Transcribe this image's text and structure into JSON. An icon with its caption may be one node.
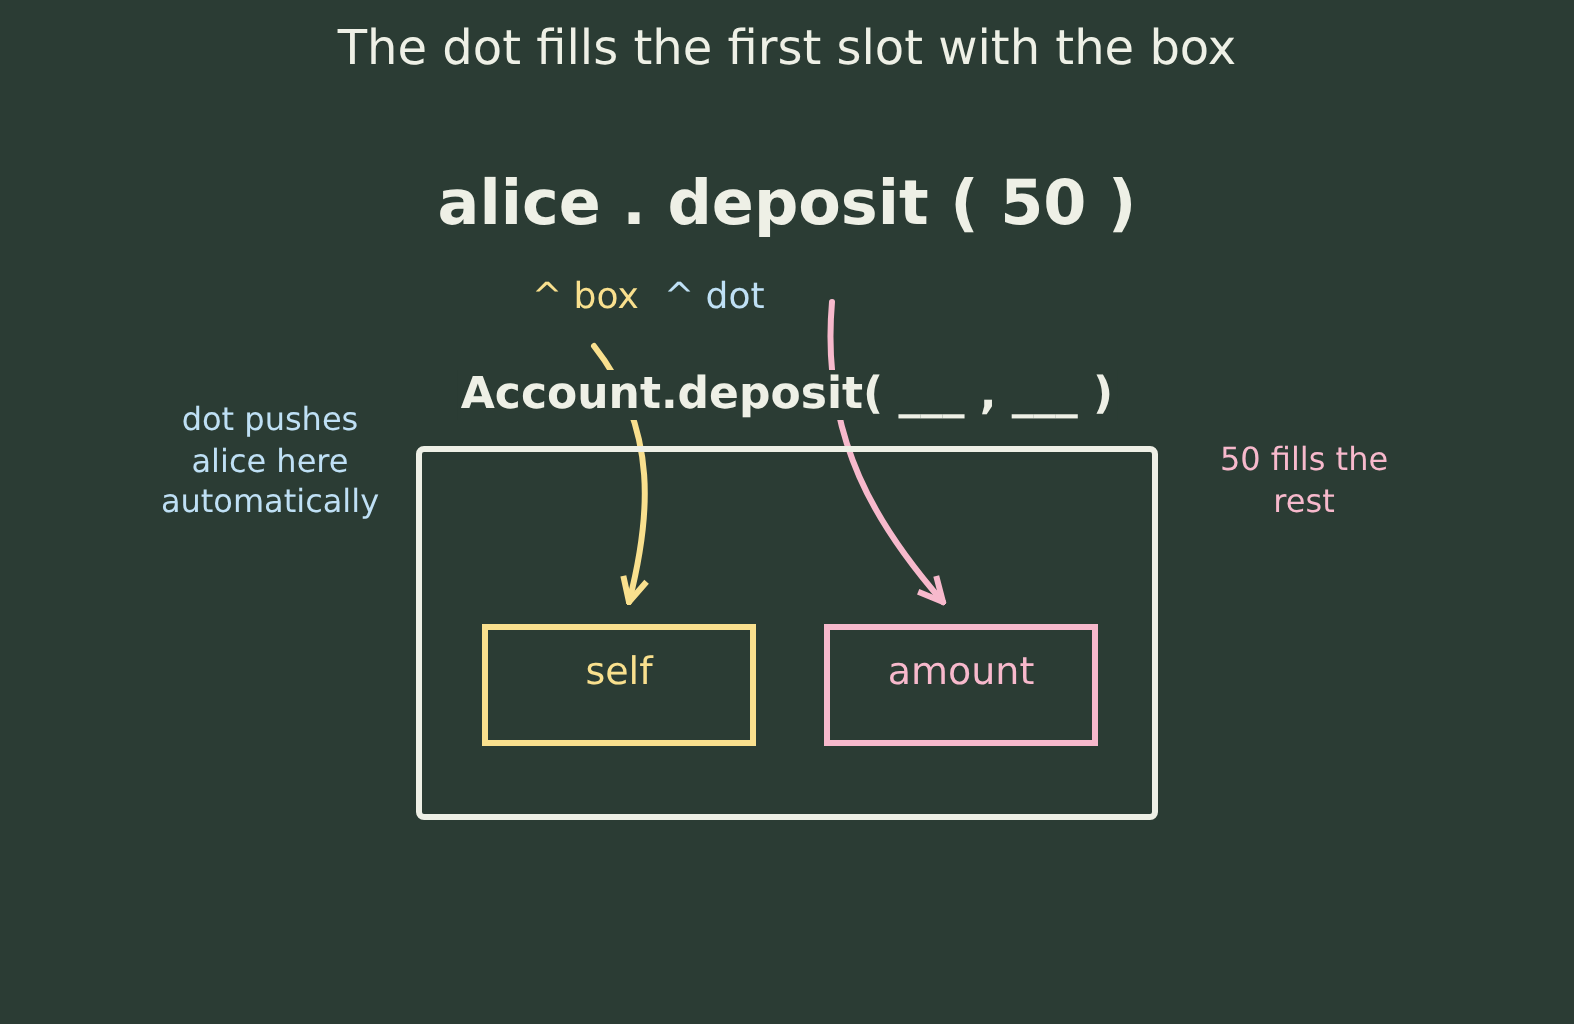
{
  "diagram": {
    "title": "The dot fills the first slot with the box",
    "nodes": [
      {
        "text": [
          "Account.deposit( ___ , ___ )"
        ]
      },
      {
        "text": [
          "self"
        ],
        "in": 0
      },
      {
        "text": [
          "amount"
        ],
        "in": 0
      }
    ],
    "edges": [
      {
        "from": null,
        "to": 1,
        "arrow": "to",
        "color": "#f9e08e"
      },
      {
        "from": null,
        "to": 2,
        "arrow": "to",
        "color": "#f7b9cc"
      }
    ],
    "labels": [
      "alice . deposit ( 50 )",
      "^ box",
      "^ dot",
      "dot pushes alice here automatically",
      "50 fills the rest"
    ]
  }
}
